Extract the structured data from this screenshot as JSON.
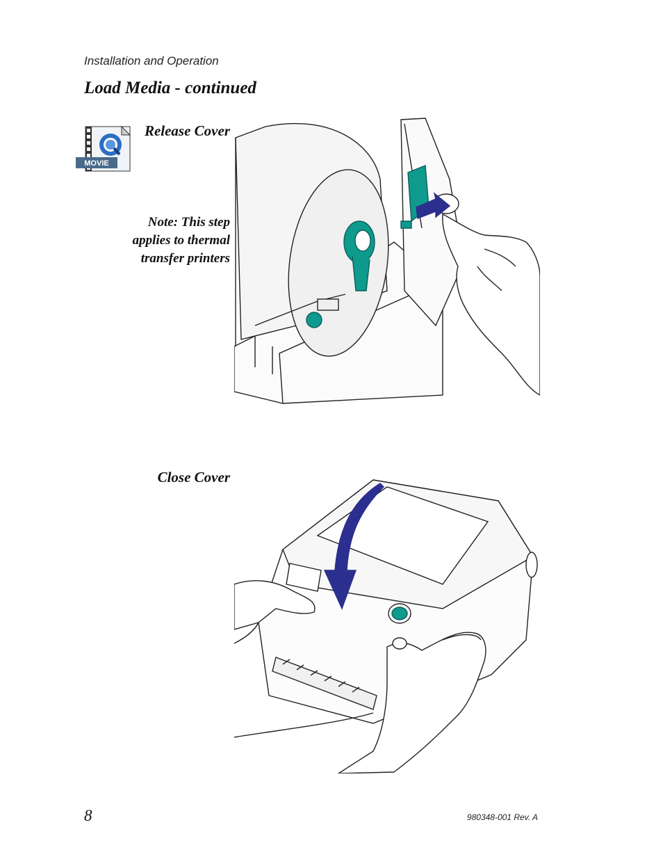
{
  "header": {
    "running_title": "Installation and Operation"
  },
  "section": {
    "title": "Load Media - continued"
  },
  "steps": [
    {
      "label": "Release Cover",
      "note_lines": [
        "Note:  This step",
        "applies to thermal",
        "transfer printers"
      ]
    },
    {
      "label": "Close Cover"
    }
  ],
  "movie_icon": {
    "label": "MOVIE"
  },
  "footer": {
    "page_number": "8",
    "doc_code": "980348-001 Rev. A"
  },
  "colors": {
    "teal": "#0f9a8e",
    "arrow_blue": "#2b2f8f",
    "line": "#222222"
  },
  "icons": [
    "movie-icon"
  ]
}
